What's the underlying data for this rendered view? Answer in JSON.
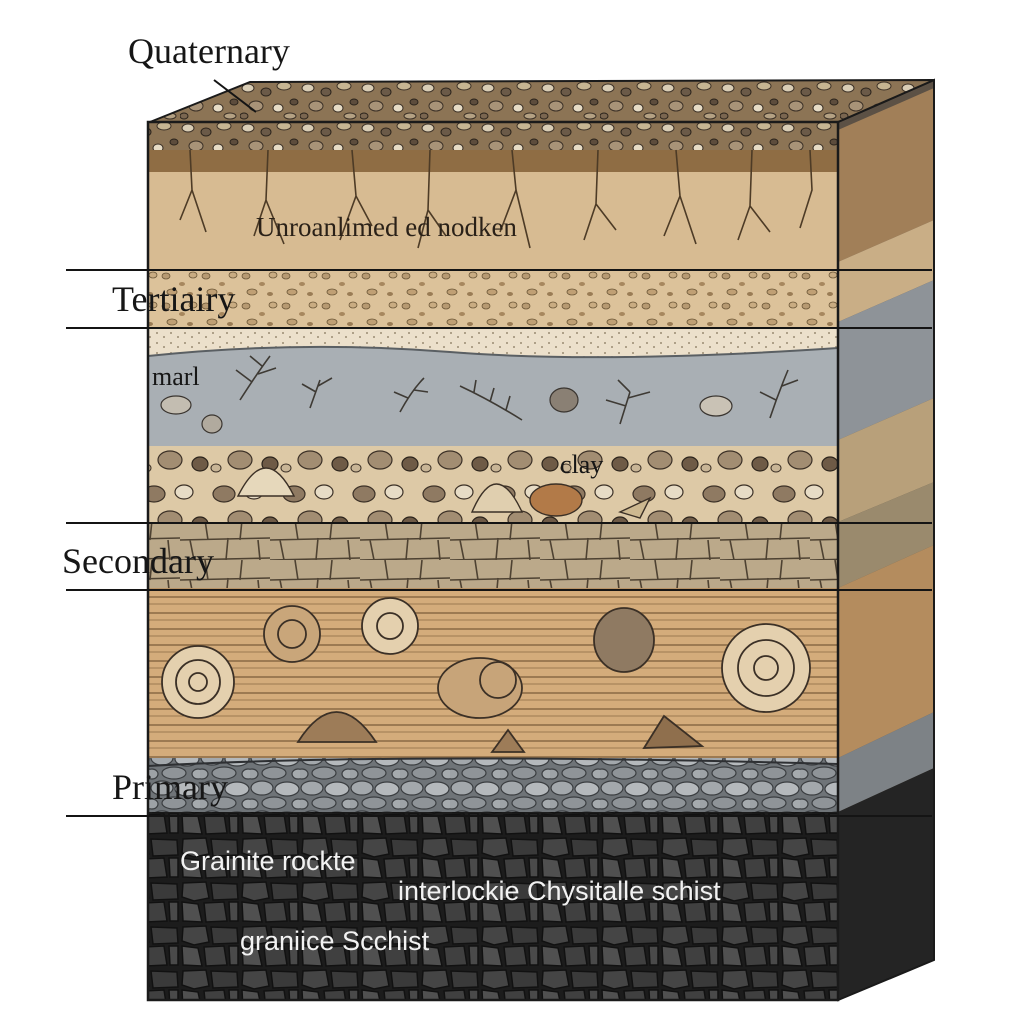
{
  "diagram": {
    "labels": {
      "quaternary": "Quaternary",
      "unconsolidated": "Unroanlimed ed nodken",
      "tertiary": "Tertiairy",
      "marl": "marl",
      "clay": "clay",
      "secondary": "Secondary",
      "primary": "Primary",
      "granite_rock": "Grainite rockte",
      "crystalline_schist": "interlockie Chysitalle schist",
      "granite_schist": "graniice Scchist"
    },
    "colors": {
      "topsoil": "#a98a60",
      "tertiary_sand": "#dcc29a",
      "marl": "#a9afb4",
      "clay": "#ddc9a6",
      "limestone": "#bba98a",
      "secondary_strata": "#d4ac7b",
      "primary_gravel": "#9a9fa3",
      "granite": "#3b3b3b",
      "outline": "#1a1a1a"
    }
  }
}
